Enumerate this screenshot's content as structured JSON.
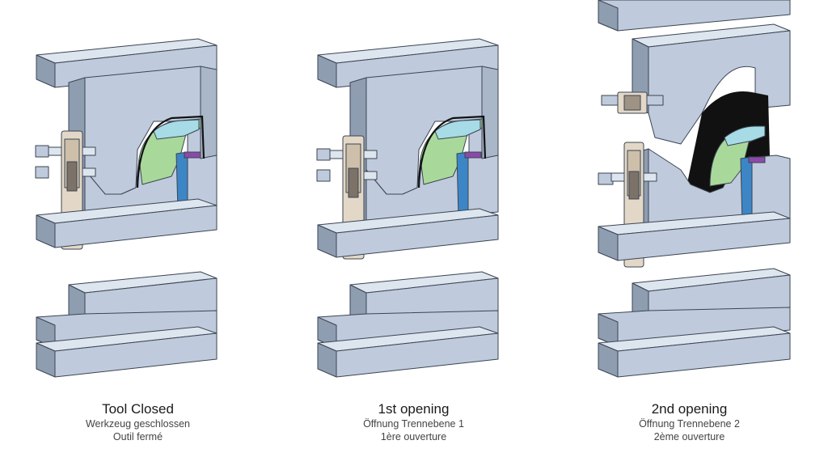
{
  "colors": {
    "steel_front": "#bfcbdc",
    "steel_top": "#dde5ef",
    "steel_side": "#8f9db1",
    "part_green": "#a9d99a",
    "part_cyan": "#a7dbe6",
    "slider_blue": "#3d86c6",
    "pin_purple": "#8b4aa8",
    "latch_beige": "#e3d8c7",
    "black_part": "#111111"
  },
  "panels": [
    {
      "title": "Tool Closed",
      "subtitle_de": "Werkzeug geschlossen",
      "subtitle_fr": "Outil fermé"
    },
    {
      "title": "1st opening",
      "subtitle_de": "Öffnung Trennebene 1",
      "subtitle_fr": "1ère ouverture"
    },
    {
      "title": "2nd opening",
      "subtitle_de": "Öffnung Trennebene 2",
      "subtitle_fr": "2ème ouverture"
    }
  ]
}
